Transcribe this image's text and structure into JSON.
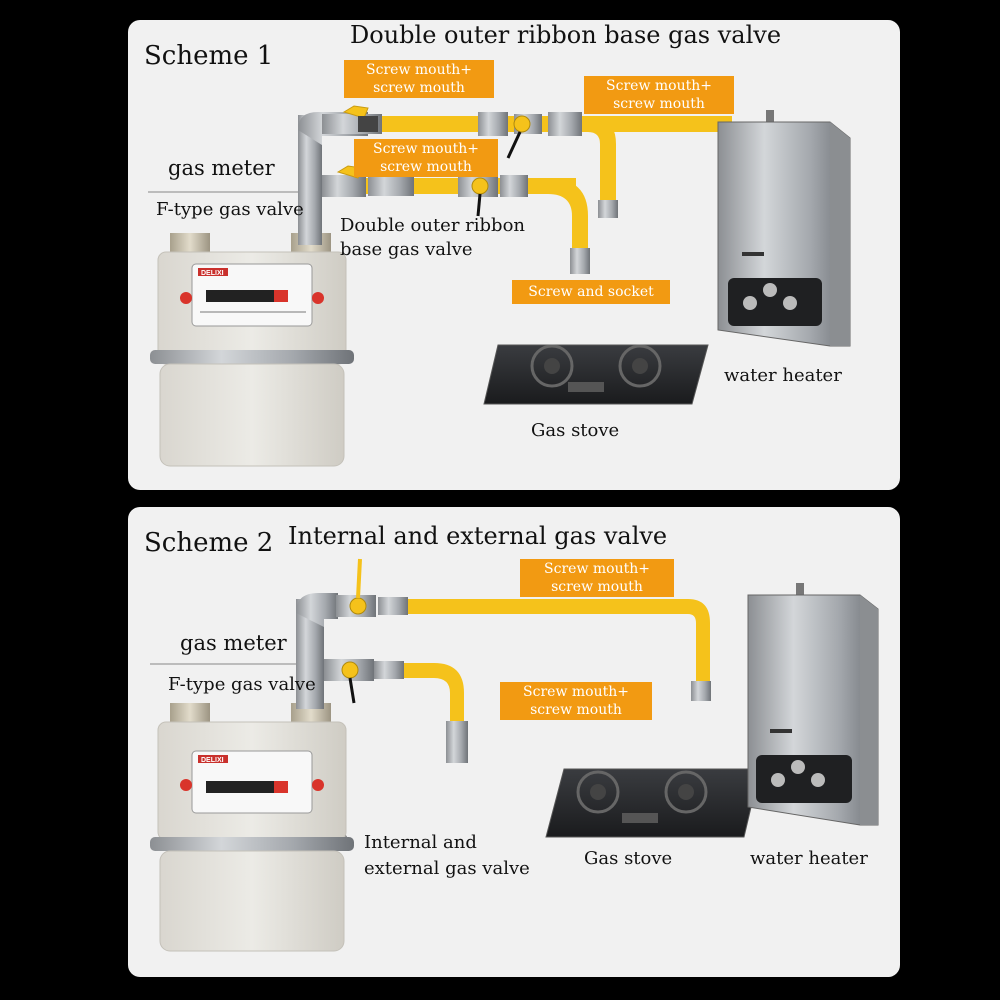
{
  "scheme1": {
    "title": "Scheme 1",
    "top_heading": "Double outer ribbon base gas valve",
    "gas_meter": "gas meter",
    "f_valve": "F-type gas valve",
    "valve_label_line1": "Double outer ribbon",
    "valve_label_line2": "base gas valve",
    "tag_a_line1": "Screw mouth+",
    "tag_a_line2": "screw mouth",
    "tag_b_line1": "Screw mouth+",
    "tag_b_line2": "screw mouth",
    "tag_c_line1": "Screw mouth+",
    "tag_c_line2": "screw mouth",
    "tag_socket": "Screw and socket",
    "stove": "Gas stove",
    "heater": "water heater",
    "meter_brand": "DELIXI"
  },
  "scheme2": {
    "title": "Scheme 2",
    "top_heading": "Internal and external gas valve",
    "gas_meter": "gas meter",
    "f_valve": "F-type gas valve",
    "valve_label_line1": "Internal and",
    "valve_label_line2": "external gas valve",
    "tag_a_line1": "Screw mouth+",
    "tag_a_line2": "screw mouth",
    "tag_b_line1": "Screw mouth+",
    "tag_b_line2": "screw mouth",
    "stove": "Gas stove",
    "heater": "water heater",
    "meter_brand": "DELIXI"
  },
  "colors": {
    "hose": "#f5c21b",
    "tag": "#f29a12",
    "panel": "#f1f1f1",
    "background": "#000000"
  }
}
